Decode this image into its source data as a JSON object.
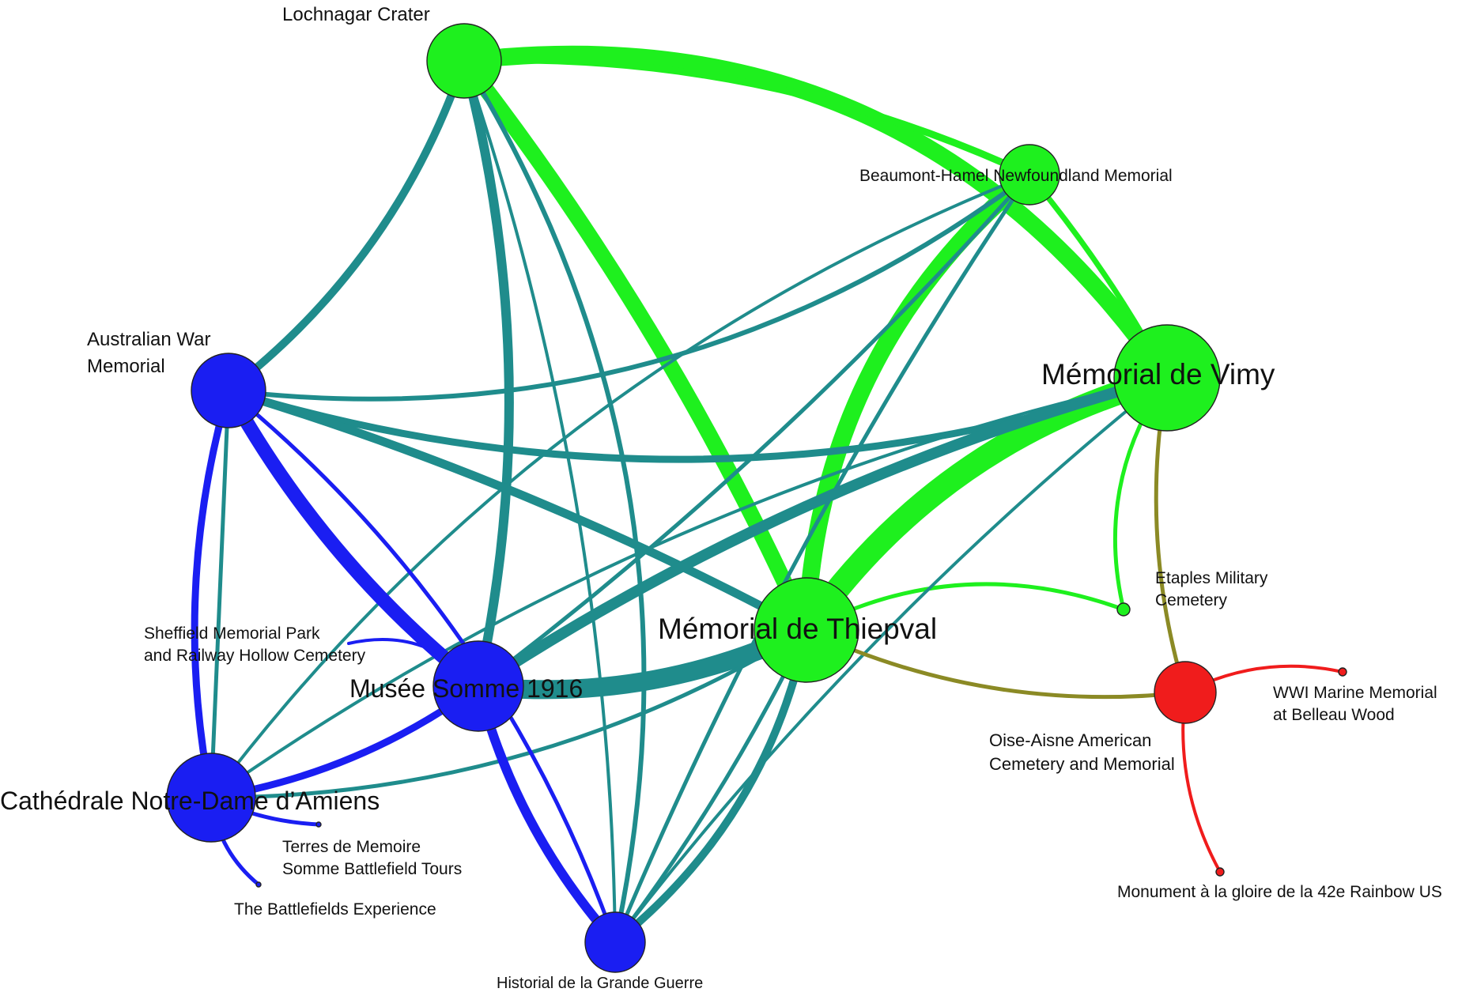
{
  "colors": {
    "green": "#1ef01e",
    "teal": "#1f8c8c",
    "blue": "#1a1ef2",
    "red": "#f01c1c",
    "olive": "#8b8a25",
    "node_outline": "#222222"
  },
  "nodes": [
    {
      "id": "lochnagar",
      "label_lines": [
        "Lochnagar Crater"
      ],
      "color": "green"
    },
    {
      "id": "beaumont",
      "label_lines": [
        "Beaumont-Hamel Newfoundland Memorial"
      ],
      "color": "green"
    },
    {
      "id": "vimy",
      "label_lines": [
        "Mémorial de Vimy"
      ],
      "color": "green"
    },
    {
      "id": "australian",
      "label_lines": [
        "Australian War",
        "Memorial"
      ],
      "color": "blue"
    },
    {
      "id": "etaples",
      "label_lines": [
        "Etaples Military",
        "Cemetery"
      ],
      "color": "green"
    },
    {
      "id": "thiepval",
      "label_lines": [
        "Mémorial de Thiepval"
      ],
      "color": "green"
    },
    {
      "id": "sheffield",
      "label_lines": [
        "Sheffield Memorial Park",
        "and Railway Hollow Cemetery"
      ],
      "color": "blue"
    },
    {
      "id": "musee",
      "label_lines": [
        "Musée Somme 1916"
      ],
      "color": "blue"
    },
    {
      "id": "oise",
      "label_lines": [
        "Oise-Aisne American",
        "Cemetery and Memorial"
      ],
      "color": "red"
    },
    {
      "id": "wwi_marine",
      "label_lines": [
        "WWI Marine Memorial",
        "at Belleau Wood"
      ],
      "color": "red"
    },
    {
      "id": "amiens",
      "label_lines": [
        "Cathédrale Notre-Dame d’Amiens"
      ],
      "color": "blue"
    },
    {
      "id": "terres",
      "label_lines": [
        "Terres de Memoire",
        "Somme Battlefield Tours"
      ],
      "color": "blue"
    },
    {
      "id": "battlefields",
      "label_lines": [
        "The Battlefields Experience"
      ],
      "color": "blue"
    },
    {
      "id": "monument42",
      "label_lines": [
        "Monument à la gloire de la 42e Rainbow US"
      ],
      "color": "red"
    },
    {
      "id": "historial",
      "label_lines": [
        "Historial de la Grande Guerre"
      ],
      "color": "blue"
    }
  ],
  "edges": [
    {
      "source": "lochnagar",
      "target": "vimy",
      "color": "green"
    },
    {
      "source": "lochnagar",
      "target": "beaumont",
      "color": "green"
    },
    {
      "source": "lochnagar",
      "target": "thiepval",
      "color": "green"
    },
    {
      "source": "beaumont",
      "target": "vimy",
      "color": "green"
    },
    {
      "source": "beaumont",
      "target": "thiepval",
      "color": "green"
    },
    {
      "source": "vimy",
      "target": "thiepval",
      "color": "green"
    },
    {
      "source": "vimy",
      "target": "etaples",
      "color": "green"
    },
    {
      "source": "thiepval",
      "target": "etaples",
      "color": "green"
    },
    {
      "source": "lochnagar",
      "target": "australian",
      "color": "teal"
    },
    {
      "source": "lochnagar",
      "target": "musee",
      "color": "teal"
    },
    {
      "source": "lochnagar",
      "target": "historial",
      "color": "teal"
    },
    {
      "source": "lochnagar",
      "target": "historial",
      "color": "teal"
    },
    {
      "source": "australian",
      "target": "beaumont",
      "color": "teal"
    },
    {
      "source": "australian",
      "target": "vimy",
      "color": "teal"
    },
    {
      "source": "australian",
      "target": "thiepval",
      "color": "teal"
    },
    {
      "source": "beaumont",
      "target": "musee",
      "color": "teal"
    },
    {
      "source": "beaumont",
      "target": "historial",
      "color": "teal"
    },
    {
      "source": "beaumont",
      "target": "amiens",
      "color": "teal"
    },
    {
      "source": "vimy",
      "target": "musee",
      "color": "teal"
    },
    {
      "source": "vimy",
      "target": "amiens",
      "color": "teal"
    },
    {
      "source": "vimy",
      "target": "historial",
      "color": "teal"
    },
    {
      "source": "musee",
      "target": "thiepval",
      "color": "teal"
    },
    {
      "source": "thiepval",
      "target": "historial",
      "color": "teal"
    },
    {
      "source": "thiepval",
      "target": "historial",
      "color": "teal"
    },
    {
      "source": "thiepval",
      "target": "amiens",
      "color": "teal"
    },
    {
      "source": "amiens",
      "target": "australian",
      "color": "teal"
    },
    {
      "source": "australian",
      "target": "amiens",
      "color": "blue"
    },
    {
      "source": "australian",
      "target": "musee",
      "color": "blue"
    },
    {
      "source": "australian",
      "target": "historial",
      "color": "blue"
    },
    {
      "source": "musee",
      "target": "amiens",
      "color": "blue"
    },
    {
      "source": "musee",
      "target": "historial",
      "color": "blue"
    },
    {
      "source": "musee",
      "target": "sheffield",
      "color": "blue"
    },
    {
      "source": "amiens",
      "target": "terres",
      "color": "blue"
    },
    {
      "source": "amiens",
      "target": "battlefields",
      "color": "blue"
    },
    {
      "source": "vimy",
      "target": "oise",
      "color": "olive"
    },
    {
      "source": "thiepval",
      "target": "oise",
      "color": "olive"
    },
    {
      "source": "oise",
      "target": "wwi_marine",
      "color": "red"
    },
    {
      "source": "oise",
      "target": "monument42",
      "color": "red"
    }
  ]
}
